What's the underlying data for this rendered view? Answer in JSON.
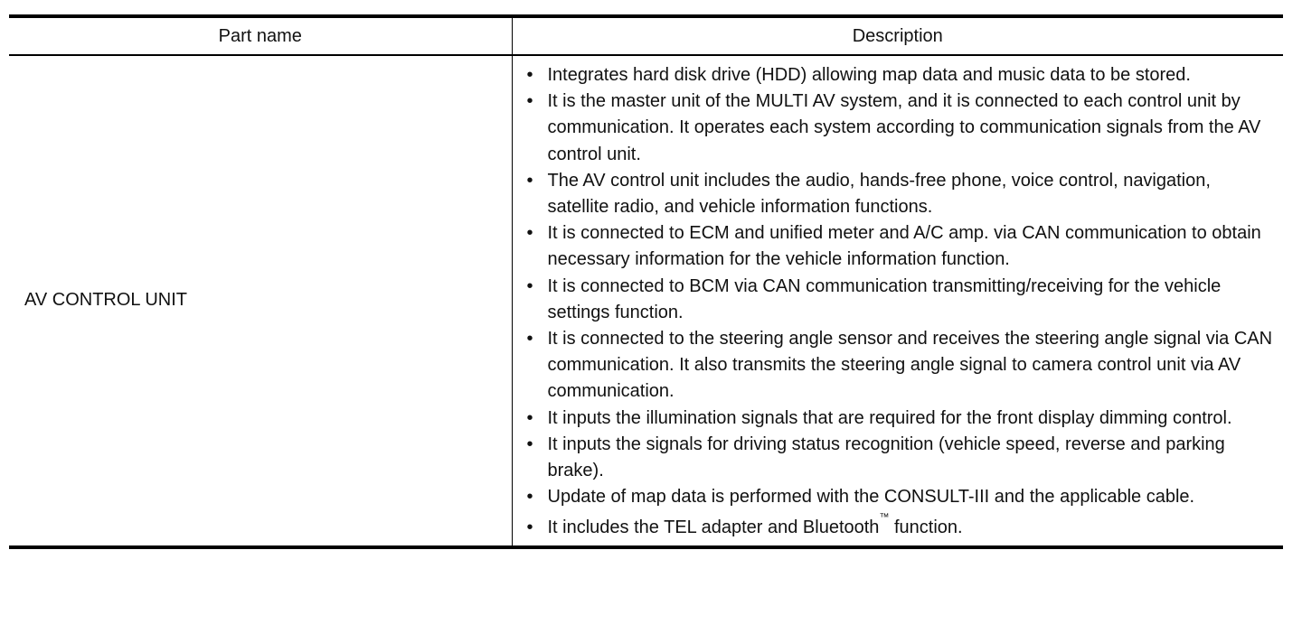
{
  "table": {
    "headers": {
      "part_name": "Part name",
      "description": "Description"
    },
    "row": {
      "part_name": "AV CONTROL UNIT",
      "bullet": "•",
      "description_items": [
        "Integrates hard disk drive (HDD) allowing map data and music data to be stored.",
        "It is the master unit of the MULTI AV system, and it is connected to each control unit by communication. It operates each system according to communication signals from the AV control unit.",
        "The AV control unit includes the audio, hands-free phone, voice control, navigation, satellite radio, and vehicle information functions.",
        "It is connected to ECM and unified meter and A/C amp. via CAN communication to obtain necessary information for the vehicle information function.",
        "It is connected to BCM via CAN communication transmitting/receiving for the vehicle settings function.",
        "It is connected to the steering angle sensor and receives the steering angle signal via CAN communication. It also transmits the steering angle signal to camera control unit via AV communication.",
        "It inputs the illumination signals that are required for the front display dimming control.",
        "It inputs the signals for driving status recognition (vehicle speed, reverse and parking brake).",
        "Update of map data is performed with the CONSULT-III and the applicable cable."
      ],
      "last_item": {
        "text_before": "It includes the TEL adapter and Bluetooth",
        "trademark": "™",
        "text_after": " function."
      }
    }
  }
}
